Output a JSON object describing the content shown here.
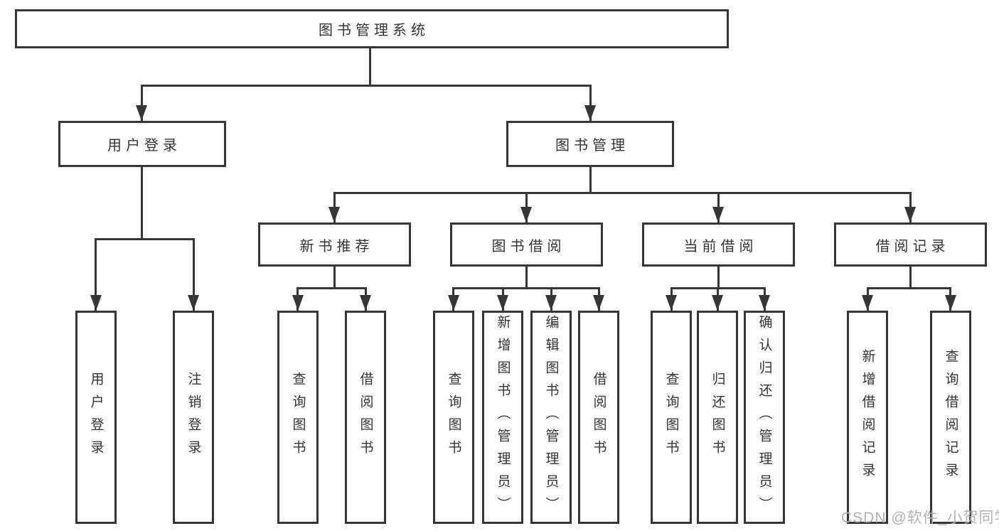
{
  "diagram_type": "hierarchy-tree",
  "tree": {
    "root": {
      "label": "图书管理系统"
    },
    "branches": [
      {
        "label": "用户登录",
        "children": [
          "用户登录",
          "注销登录"
        ]
      },
      {
        "label": "图书管理",
        "groups": [
          {
            "label": "新书推荐",
            "children": [
              "查询图书",
              "借阅图书"
            ]
          },
          {
            "label": "图书借阅",
            "children": [
              "查询图书",
              "新增图书（管理员）",
              "编辑图书（管理员）",
              "借阅图书"
            ]
          },
          {
            "label": "当前借阅",
            "children": [
              "查询图书",
              "归还图书",
              "确认归还（管理员）"
            ]
          },
          {
            "label": "借阅记录",
            "children": [
              "新增借阅记录",
              "查询借阅记录"
            ]
          }
        ]
      }
    ]
  },
  "watermark": "CSDN @软件_小贺同学",
  "colors": {
    "line": "#363636",
    "text": "#333333",
    "watermark": "#b3b1b2",
    "background": "#ffffff"
  }
}
